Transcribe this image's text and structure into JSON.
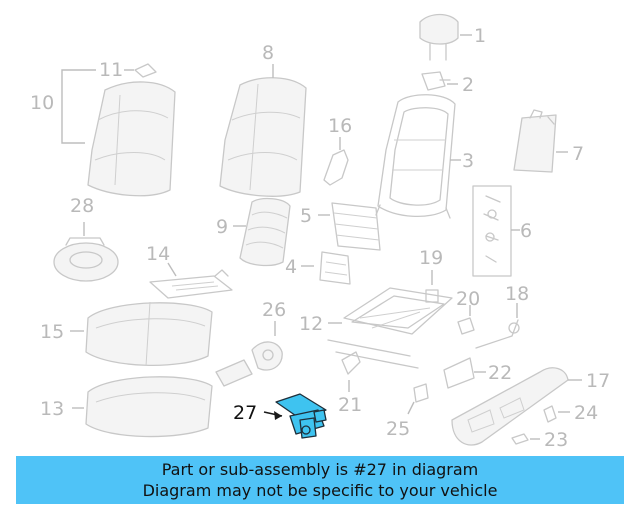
{
  "callouts": {
    "c1": "1",
    "c2": "2",
    "c3": "3",
    "c4": "4",
    "c5": "5",
    "c6": "6",
    "c7": "7",
    "c8": "8",
    "c9": "9",
    "c10": "10",
    "c11": "11",
    "c12": "12",
    "c13": "13",
    "c14": "14",
    "c15": "15",
    "c16": "16",
    "c17": "17",
    "c18": "18",
    "c19": "19",
    "c20": "20",
    "c21": "21",
    "c22": "22",
    "c23": "23",
    "c24": "24",
    "c25": "25",
    "c26": "26",
    "c27": "27",
    "c28": "28"
  },
  "highlighted_part": "27",
  "colors": {
    "highlight": "#3ec3f0",
    "banner": "#4fc3f7",
    "lines": "#c8c8c8"
  },
  "banner": {
    "line1": "Part or sub-assembly is #27 in diagram",
    "line2": "Diagram may not be specific to your vehicle"
  }
}
